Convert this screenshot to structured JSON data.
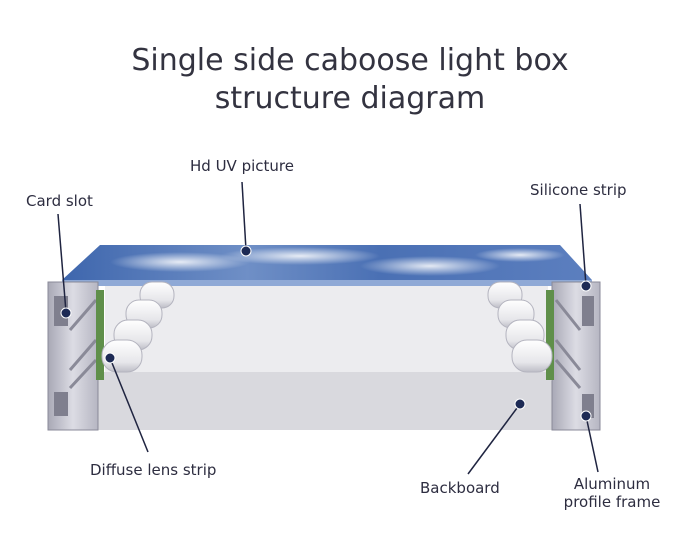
{
  "title_line1": "Single side caboose light box",
  "title_line2": "structure diagram",
  "labels": {
    "hd_uv_picture": "Hd UV picture",
    "card_slot": "Card slot",
    "silicone_strip": "Silicone  strip",
    "diffuse_lens_strip": "Diffuse lens strip",
    "backboard": "Backboard",
    "aluminum_line1": "Aluminum",
    "aluminum_line2": "profile frame"
  },
  "colors": {
    "leader_line": "#1f2440",
    "dot": "#1d2a55",
    "frame": "#cfcfd8",
    "lens_green": "#5f8f4a",
    "picture_blue": "#3d62a8"
  }
}
